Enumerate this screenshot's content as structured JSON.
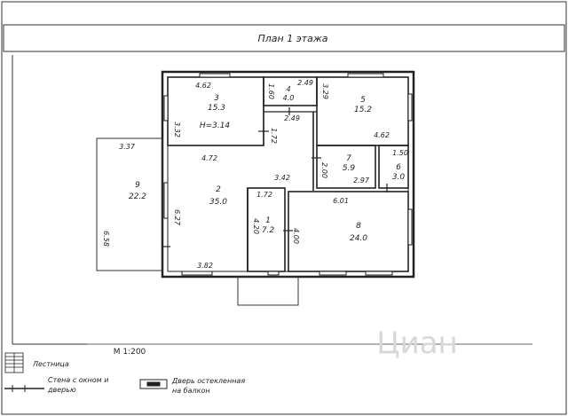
{
  "title": "План 1 этажа",
  "scale": "М 1:200",
  "watermark": "Циан",
  "rooms": [
    {
      "number": "1",
      "area": "7.2"
    },
    {
      "number": "2",
      "area": "35.0"
    },
    {
      "number": "3",
      "area": "15.3"
    },
    {
      "number": "4",
      "area": "4.0"
    },
    {
      "number": "5",
      "area": "15.2"
    },
    {
      "number": "6",
      "area": "3.0"
    },
    {
      "number": "7",
      "area": "5.9"
    },
    {
      "number": "8",
      "area": "24.0"
    },
    {
      "number": "9",
      "area": "22.2"
    }
  ],
  "height_note": "H=3.14",
  "dimensions": [
    "4.62",
    "1.60",
    "2.49",
    "3.29",
    "3.32",
    "2.49",
    "1.72",
    "4.62",
    "3.37",
    "4.72",
    "2.00",
    "1.50",
    "2.97",
    "3.42",
    "6.01",
    "1.72",
    "6.27",
    "4.20",
    "4.00",
    "6.58",
    "3.82"
  ],
  "legend": {
    "stairs": "Лестница",
    "wall_line1": "Стена с окном и",
    "wall_line2": "дверью",
    "door_line1": "Дверь остекленная",
    "door_line2": "на балкон"
  }
}
